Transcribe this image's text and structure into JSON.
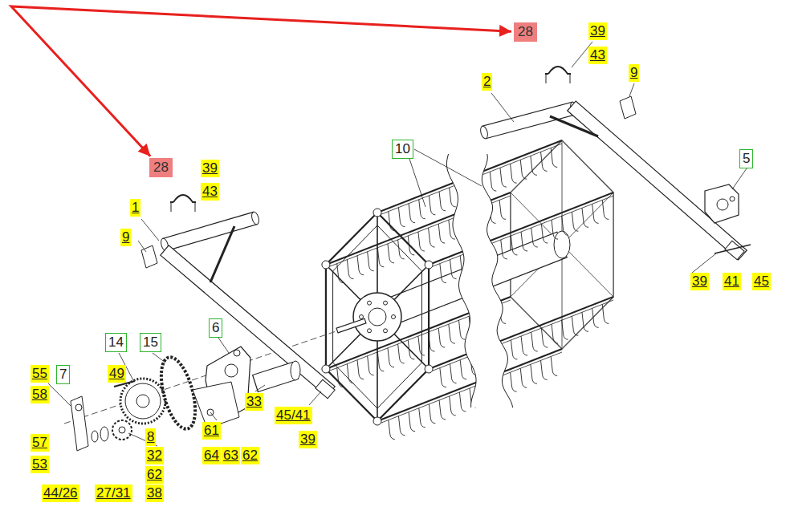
{
  "diagram": {
    "nodes": [
      {
        "text": [
          "28"
        ]
      },
      {
        "text": [
          "28"
        ]
      }
    ],
    "edges": [
      {
        "from": 0,
        "to": 1,
        "arrow": "both"
      }
    ],
    "labels": [
      "39",
      "43",
      "9",
      "2",
      "10",
      "5",
      "39",
      "43",
      "1",
      "9",
      "39",
      "41",
      "45",
      "6",
      "14",
      "15",
      "55",
      "7",
      "49",
      "58",
      "33",
      "45/41",
      "61",
      "8",
      "39",
      "57",
      "32",
      "64",
      "63",
      "62",
      "53",
      "62",
      "44/26",
      "27/31",
      "38"
    ]
  }
}
